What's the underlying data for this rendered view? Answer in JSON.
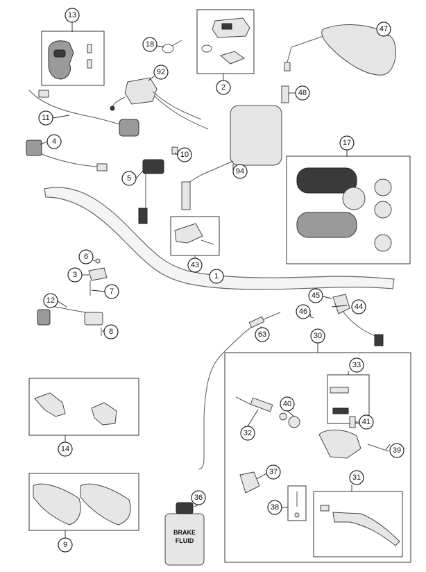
{
  "callouts": [
    "13",
    "18",
    "2",
    "47",
    "92",
    "48",
    "11",
    "4",
    "10",
    "94",
    "17",
    "5",
    "43",
    "1",
    "6",
    "3",
    "7",
    "45",
    "44",
    "46",
    "12",
    "8",
    "63",
    "30",
    "33",
    "40",
    "41",
    "32",
    "39",
    "14",
    "37",
    "36",
    "38",
    "31",
    "9"
  ],
  "fluid_label": {
    "line1": "BRAKE",
    "line2": "FLUID"
  }
}
